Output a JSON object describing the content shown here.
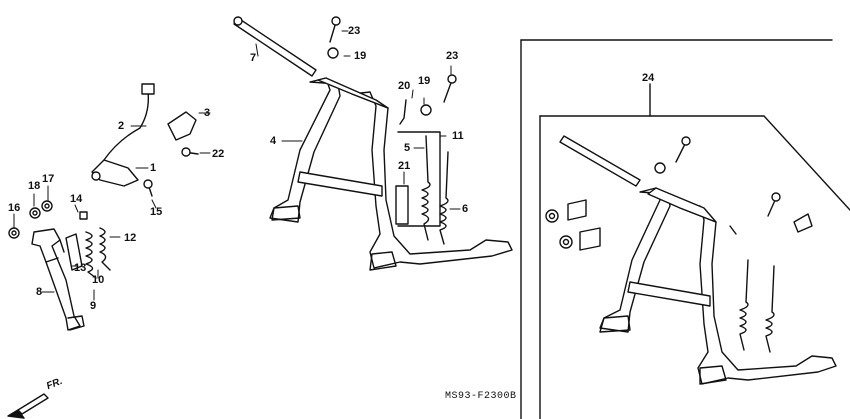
{
  "diagram": {
    "title": "",
    "document_code": "MS93-F2300B",
    "front_indicator": "FR.",
    "callouts": {
      "c1": "1",
      "c2": "2",
      "c3": "3",
      "c4": "4",
      "c5": "5",
      "c6": "6",
      "c7": "7",
      "c8": "8",
      "c9": "9",
      "c10": "10",
      "c11": "11",
      "c12": "12",
      "c13": "13",
      "c14": "14",
      "c15": "15",
      "c16": "16",
      "c17": "17",
      "c18": "18",
      "c19a": "19",
      "c19b": "19",
      "c20": "20",
      "c21": "21",
      "c22": "22",
      "c23a": "23",
      "c23b": "23",
      "c24": "24"
    }
  }
}
